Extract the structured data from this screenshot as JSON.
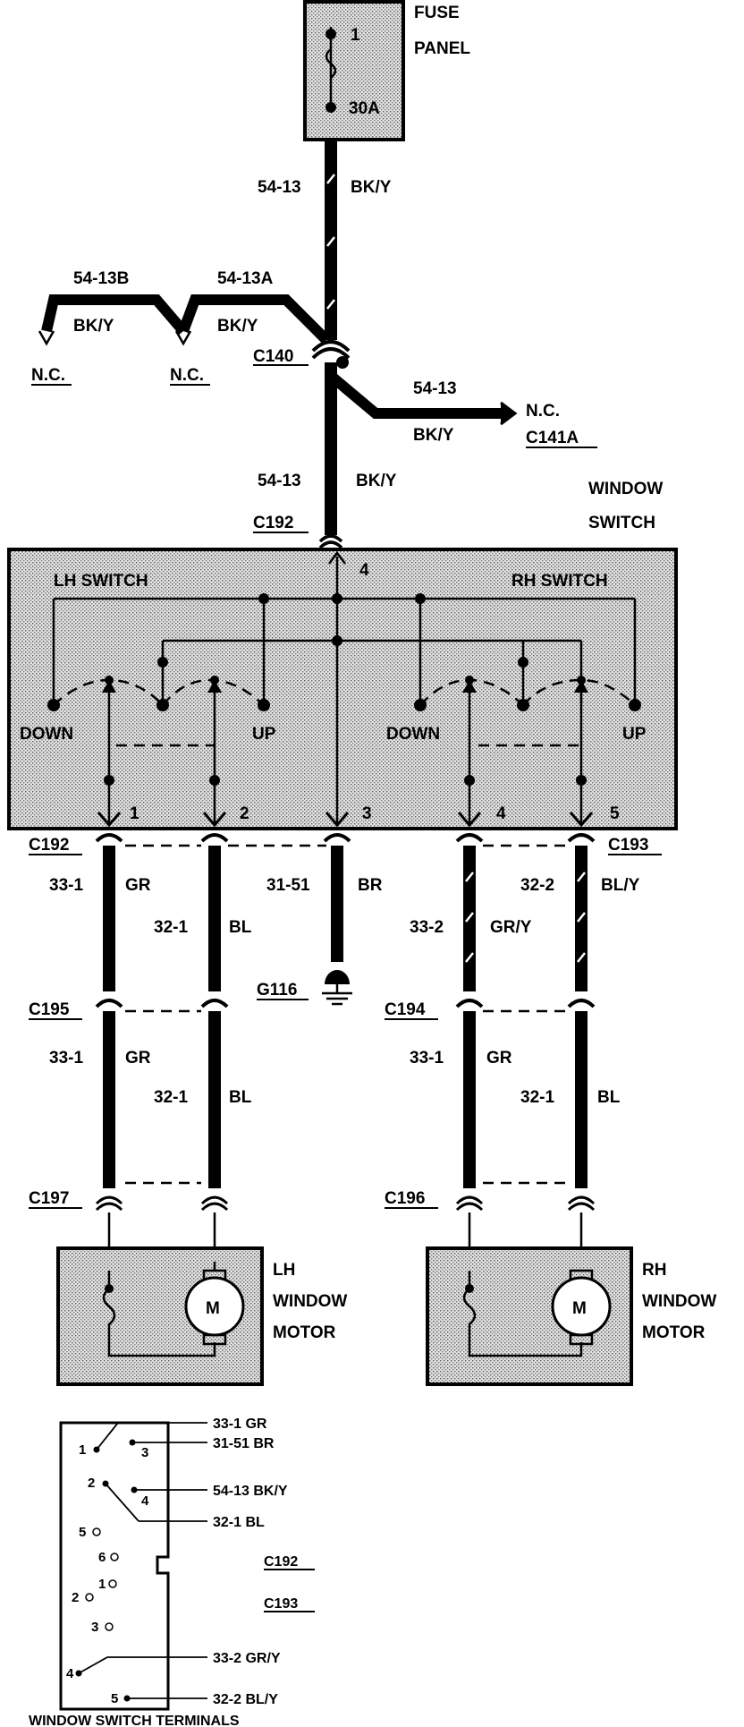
{
  "fuse_panel": {
    "title_line1": "FUSE",
    "title_line2": "PANEL",
    "pin": "1",
    "rating": "30A"
  },
  "wires": {
    "feed_circuit": "54-13",
    "feed_color": "BK/Y",
    "branch_b_circuit": "54-13B",
    "branch_b_color": "BK/Y",
    "branch_a_circuit": "54-13A",
    "branch_a_color": "BK/Y",
    "right_branch_circuit": "54-13",
    "right_branch_color": "BK/Y",
    "lower_feed_circuit": "54-13",
    "lower_feed_color": "BK/Y",
    "w1_circuit": "33-1",
    "w1_color": "GR",
    "w2_circuit": "32-1",
    "w2_color": "BL",
    "w3_circuit": "31-51",
    "w3_color": "BR",
    "w4_circuit": "33-2",
    "w4_color": "GR/Y",
    "w5_circuit": "32-2",
    "w5_color": "BL/Y",
    "lh_lower_1_circuit": "33-1",
    "lh_lower_1_color": "GR",
    "lh_lower_2_circuit": "32-1",
    "lh_lower_2_color": "BL",
    "rh_lower_1_circuit": "33-1",
    "rh_lower_1_color": "GR",
    "rh_lower_2_circuit": "32-1",
    "rh_lower_2_color": "BL"
  },
  "connectors": {
    "c140": "C140",
    "c141a": "C141A",
    "c192_top": "C192",
    "c192": "C192",
    "c193": "C193",
    "c195": "C195",
    "c194": "C194",
    "c197": "C197",
    "c196": "C196",
    "g116": "G116",
    "nc_left": "N.C.",
    "nc_mid": "N.C.",
    "nc_right": "N.C."
  },
  "window_switch": {
    "title_line1": "WINDOW",
    "title_line2": "SWITCH",
    "lh_switch": "LH SWITCH",
    "rh_switch": "RH SWITCH",
    "lh_down": "DOWN",
    "lh_up": "UP",
    "rh_down": "DOWN",
    "rh_up": "UP",
    "pin_top": "4",
    "pin_1": "1",
    "pin_2": "2",
    "pin_3": "3",
    "pin_4": "4",
    "pin_5": "5"
  },
  "motors": {
    "lh_line1": "LH",
    "lh_line2": "WINDOW",
    "lh_line3": "MOTOR",
    "rh_line1": "RH",
    "rh_line2": "WINDOW",
    "rh_line3": "MOTOR",
    "symbol": "M"
  },
  "terminals": {
    "title": "WINDOW SWITCH TERMINALS",
    "t_33_1": "33-1 GR",
    "t_31_51": "31-51 BR",
    "t_54_13": "54-13 BK/Y",
    "t_32_1": "32-1 BL",
    "t_33_2": "33-2 GR/Y",
    "t_32_2": "32-2 BL/Y",
    "c192": "C192",
    "c193": "C193",
    "p1": "1",
    "p3": "3",
    "p2": "2",
    "p4": "4",
    "p5a": "5",
    "p6": "6",
    "p1b": "1",
    "p2b": "2",
    "p3b": "3",
    "p4b": "4",
    "p5": "5"
  }
}
